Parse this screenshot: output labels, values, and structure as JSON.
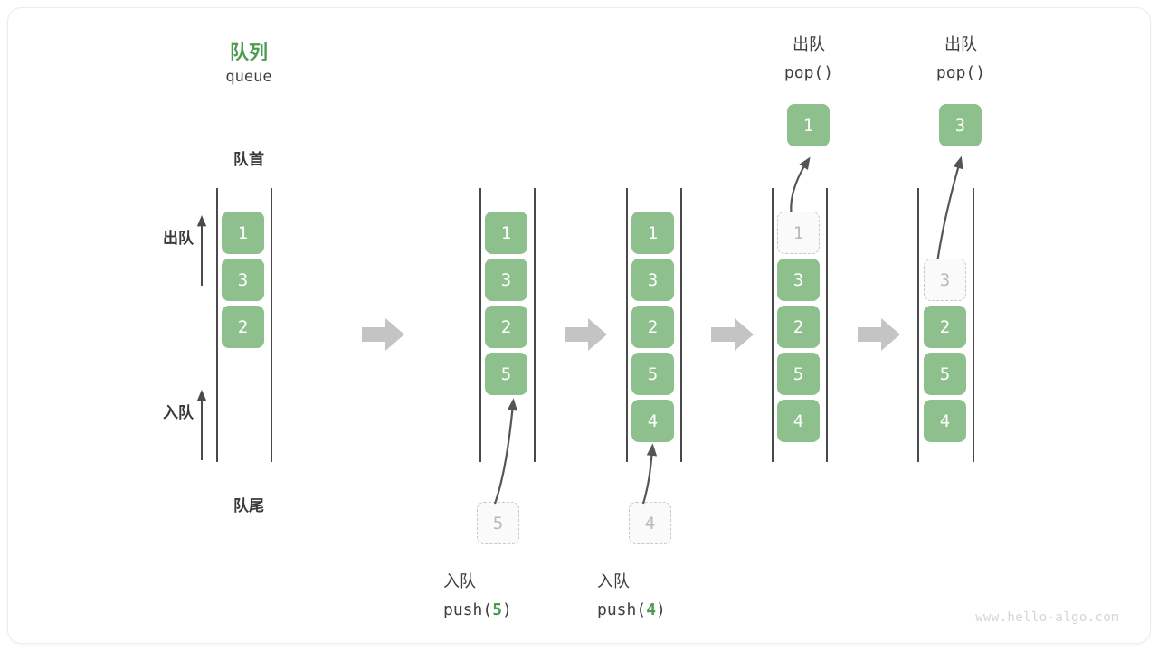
{
  "diagram": {
    "title_cn": "队列",
    "title_en": "queue",
    "front_label": "队首",
    "rear_label": "队尾",
    "dequeue_label": "出队",
    "enqueue_label": "入队",
    "watermark": "www.hello-algo.com",
    "accent_color": "#4e9a50",
    "box_color": "#8dc08d",
    "ghost_color": "#fafafa",
    "rail_color": "#4a4a4a",
    "step_arrow_color": "#c4c4c4"
  },
  "columns": [
    {
      "id": "initial",
      "items": [
        "1",
        "3",
        "2"
      ],
      "slots": 6,
      "ghost_index": null,
      "empty_top": 0,
      "caption_cn": "",
      "caption_code": "",
      "caption_arg": ""
    },
    {
      "id": "after-push-5",
      "items": [
        "1",
        "3",
        "2",
        "5"
      ],
      "slots": 6,
      "ghost_index": null,
      "empty_top": 0,
      "caption_cn": "入队",
      "caption_code_prefix": "push(",
      "caption_arg": "5",
      "caption_code_suffix": ")",
      "incoming_value": "5"
    },
    {
      "id": "after-push-4",
      "items": [
        "1",
        "3",
        "2",
        "5",
        "4"
      ],
      "slots": 6,
      "ghost_index": null,
      "empty_top": 0,
      "caption_cn": "入队",
      "caption_code_prefix": "push(",
      "caption_arg": "4",
      "caption_code_suffix": ")",
      "incoming_value": "4"
    },
    {
      "id": "after-pop-1",
      "items": [
        "1",
        "3",
        "2",
        "5",
        "4"
      ],
      "slots": 6,
      "ghost_index": 0,
      "empty_top": 0,
      "header_cn": "出队",
      "header_code": "pop()",
      "popped_value": "1"
    },
    {
      "id": "after-pop-3",
      "items": [
        "",
        "3",
        "2",
        "5",
        "4"
      ],
      "slots": 6,
      "ghost_index": 1,
      "empty_top": 1,
      "header_cn": "出队",
      "header_code": "pop()",
      "popped_value": "3"
    }
  ]
}
